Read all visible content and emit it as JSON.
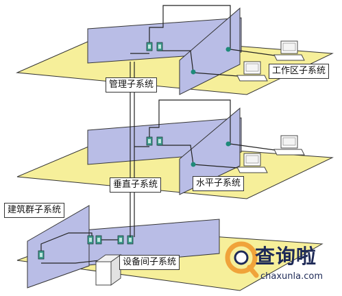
{
  "labels": {
    "management": "管理子系统",
    "work_area": "工作区子系统",
    "vertical": "垂直子系统",
    "horizontal": "水平子系统",
    "building_group": "建筑群子系统",
    "equipment_room": "设备间子系统"
  },
  "watermark": {
    "name": "查询啦",
    "url": "chaxunla.com"
  },
  "colors": {
    "floor": "#f6ef9a",
    "wall": "#b9bde6",
    "outline": "#333333",
    "connector": "#3d9a8c",
    "watermark_orange": "#f0a33a",
    "watermark_text": "#1e2a57"
  }
}
